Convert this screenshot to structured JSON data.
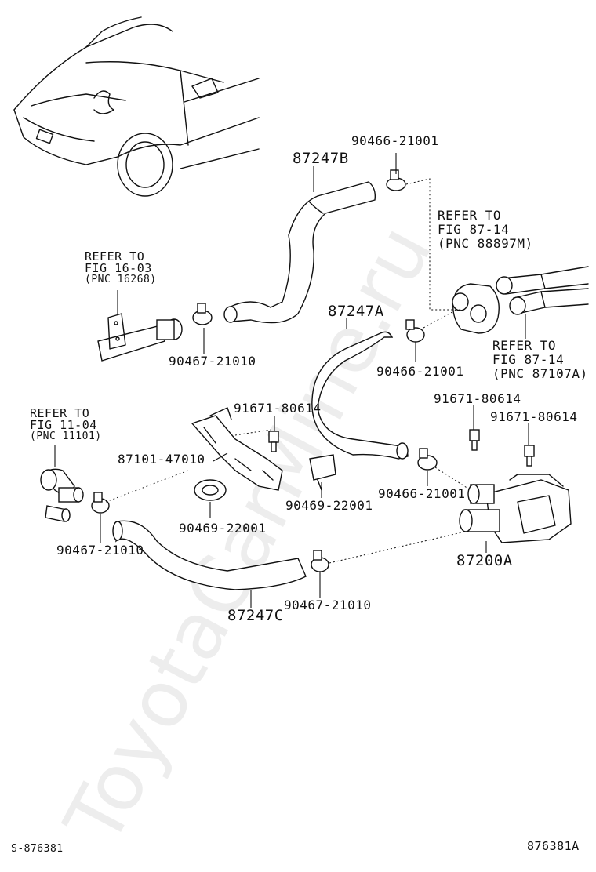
{
  "watermark": "ToyotaCarMine.ru",
  "labels": {
    "p87247B": "87247B",
    "p90466_top": "90466-21001",
    "refer_fig_1603": [
      "REFER TO",
      "FIG 16-03",
      "(PNC 16268)"
    ],
    "refer_fig_8714_m": [
      "REFER TO",
      "FIG 87-14",
      "(PNC 88897M)"
    ],
    "p87247A": "87247A",
    "p90467_upper": "90467-21010",
    "p90466_mid": "90466-21001",
    "refer_fig_8714_a": [
      "REFER TO",
      "FIG 87-14",
      "(PNC 87107A)"
    ],
    "refer_fig_1104": [
      "REFER TO",
      "FIG 11-04",
      "(PNC 11101)"
    ],
    "p91671_left": "91671-80614",
    "p91671_right_a": "91671-80614",
    "p91671_right_b": "91671-80614",
    "p87101": "87101-47010",
    "p90469_right": "90469-22001",
    "p90466_low": "90466-21001",
    "p90469_left": "90469-22001",
    "p90467_left": "90467-21010",
    "p87200A": "87200A",
    "p90467_bottom": "90467-21010",
    "p87247C": "87247C",
    "footer_left": "S-876381",
    "footer_right": "876381A"
  }
}
